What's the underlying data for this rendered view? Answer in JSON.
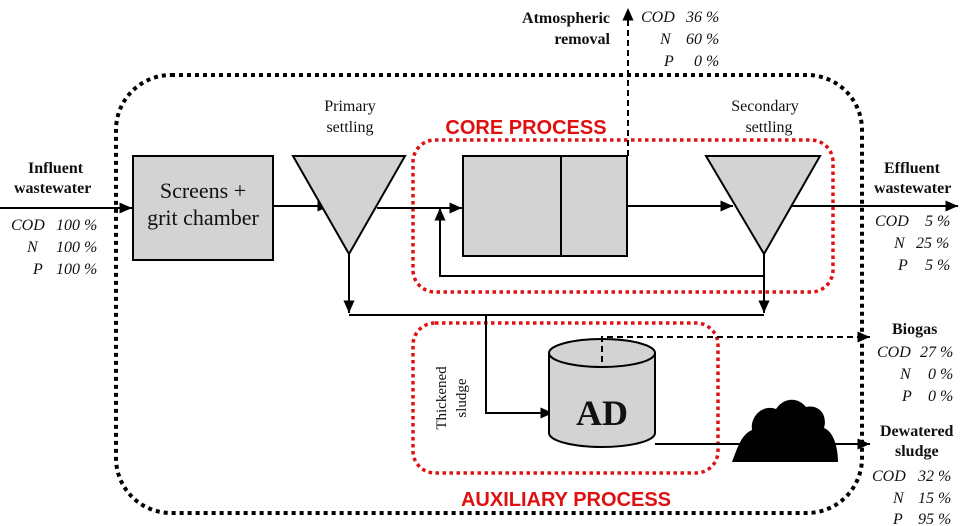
{
  "colors": {
    "process_fill": "#d3d3d3",
    "red": "#e01010",
    "line": "#000000"
  },
  "influent": {
    "title_l1": "Influent",
    "title_l2": "wastewater",
    "rows": [
      {
        "name": "COD",
        "value": "100 %"
      },
      {
        "name": "N",
        "value": "100 %"
      },
      {
        "name": "P",
        "value": "100 %"
      }
    ]
  },
  "screens": {
    "line1": "Screens +",
    "line2": "grit chamber"
  },
  "primary_settling": {
    "line1": "Primary",
    "line2": "settling"
  },
  "secondary_settling": {
    "line1": "Secondary",
    "line2": "settling"
  },
  "core_process": {
    "label": "CORE PROCESS"
  },
  "auxiliary_process": {
    "label": "AUXILIARY PROCESS"
  },
  "atmospheric": {
    "title_l1": "Atmospheric",
    "title_l2": "removal",
    "rows": [
      {
        "name": "COD",
        "value": "36 %"
      },
      {
        "name": "N",
        "value": "60 %"
      },
      {
        "name": "P",
        "value": "0 %"
      }
    ]
  },
  "effluent": {
    "title_l1": "Effluent",
    "title_l2": "wastewater",
    "rows": [
      {
        "name": "COD",
        "value": "5 %"
      },
      {
        "name": "N",
        "value": "25 %"
      },
      {
        "name": "P",
        "value": "5 %"
      }
    ]
  },
  "biogas": {
    "title": "Biogas",
    "rows": [
      {
        "name": "COD",
        "value": "27 %"
      },
      {
        "name": "N",
        "value": "0 %"
      },
      {
        "name": "P",
        "value": "0 %"
      }
    ]
  },
  "dewatered": {
    "title_l1": "Dewatered",
    "title_l2": "sludge",
    "rows": [
      {
        "name": "COD",
        "value": "32 %"
      },
      {
        "name": "N",
        "value": "15 %"
      },
      {
        "name": "P",
        "value": "95 %"
      }
    ]
  },
  "thickened": {
    "line1": "Thickened",
    "line2": "sludge"
  },
  "digester": {
    "label": "AD"
  }
}
